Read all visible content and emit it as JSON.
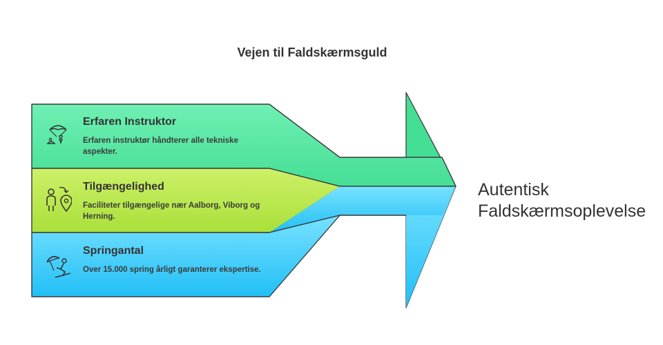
{
  "title": "Vejen til Faldskærmsguld",
  "bands": [
    {
      "heading": "Erfaren Instruktor",
      "description": "Erfaren instruktør håndterer alle tekniske aspekter.",
      "icon": "parachute-icon",
      "color": "#4ee19a"
    },
    {
      "heading": "Tilgængelighed",
      "description": "Faciliteter tilgængelige nær Aalborg, Viborg og Herning.",
      "icon": "person-location-icon",
      "color": "#b7e64a"
    },
    {
      "heading": "Springantal",
      "description": "Over 15.000 spring årligt garanterer ekspertise.",
      "icon": "skydiver-landing-icon",
      "color": "#3ec7f7"
    }
  ],
  "result": {
    "line1": "Autentisk",
    "line2": "Faldskærmsoplevelse"
  }
}
